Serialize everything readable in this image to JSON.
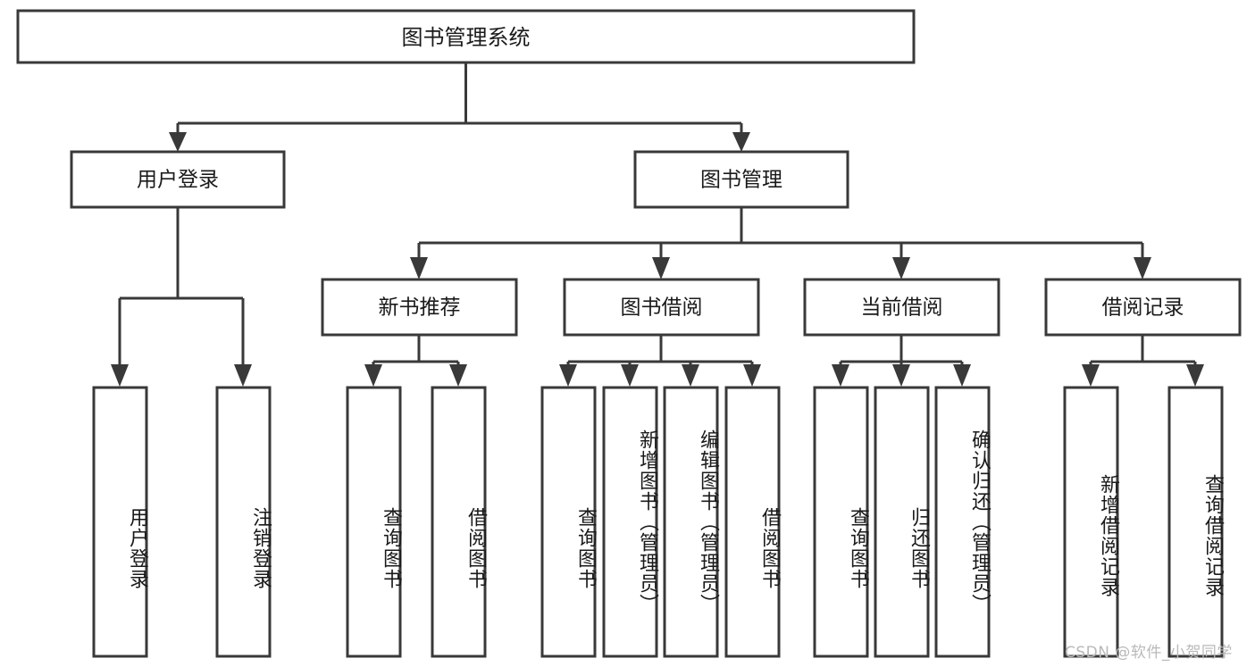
{
  "diagram": {
    "type": "tree",
    "orientation": "top-down",
    "title": "图书管理系统",
    "colors": {
      "box_stroke": "#393939",
      "box_fill": "#ffffff",
      "text": "#1a1a1a",
      "connector": "#393939",
      "watermark": "#b9b9b9",
      "background": "#ffffff"
    },
    "levels": [
      {
        "level": 1,
        "nodes": [
          {
            "id": "root",
            "label": "图书管理系统",
            "orientation": "horizontal"
          }
        ]
      },
      {
        "level": 2,
        "nodes": [
          {
            "id": "login",
            "label": "用户登录",
            "orientation": "horizontal",
            "parent": "root"
          },
          {
            "id": "bookmgmt",
            "label": "图书管理",
            "orientation": "horizontal",
            "parent": "root"
          }
        ]
      },
      {
        "level": 3,
        "nodes": [
          {
            "id": "newbook",
            "label": "新书推荐",
            "orientation": "horizontal",
            "parent": "bookmgmt"
          },
          {
            "id": "borrow",
            "label": "图书借阅",
            "orientation": "horizontal",
            "parent": "bookmgmt"
          },
          {
            "id": "current",
            "label": "当前借阅",
            "orientation": "horizontal",
            "parent": "bookmgmt"
          },
          {
            "id": "records",
            "label": "借阅记录",
            "orientation": "horizontal",
            "parent": "bookmgmt"
          }
        ]
      },
      {
        "level": 4,
        "nodes": [
          {
            "id": "leaf-user-login",
            "label": "用户登录",
            "orientation": "vertical",
            "parent": "login"
          },
          {
            "id": "leaf-user-logout",
            "label": "注销登录",
            "orientation": "vertical",
            "parent": "login"
          },
          {
            "id": "leaf-new-query",
            "label": "查询图书",
            "orientation": "vertical",
            "parent": "newbook"
          },
          {
            "id": "leaf-new-borrow",
            "label": "借阅图书",
            "orientation": "vertical",
            "parent": "newbook"
          },
          {
            "id": "leaf-borrow-query",
            "label": "查询图书",
            "orientation": "vertical",
            "parent": "borrow"
          },
          {
            "id": "leaf-borrow-add",
            "label": "新增图书（管理员）",
            "orientation": "vertical",
            "parent": "borrow"
          },
          {
            "id": "leaf-borrow-edit",
            "label": "编辑图书（管理员）",
            "orientation": "vertical",
            "parent": "borrow"
          },
          {
            "id": "leaf-borrow-lend",
            "label": "借阅图书",
            "orientation": "vertical",
            "parent": "borrow"
          },
          {
            "id": "leaf-cur-query",
            "label": "查询图书",
            "orientation": "vertical",
            "parent": "current"
          },
          {
            "id": "leaf-cur-return",
            "label": "归还图书",
            "orientation": "vertical",
            "parent": "current"
          },
          {
            "id": "leaf-cur-confirm",
            "label": "确认归还（管理员）",
            "orientation": "vertical",
            "parent": "current"
          },
          {
            "id": "leaf-rec-add",
            "label": "新增借阅记录",
            "orientation": "vertical",
            "parent": "records"
          },
          {
            "id": "leaf-rec-query",
            "label": "查询借阅记录",
            "orientation": "vertical",
            "parent": "records"
          }
        ]
      }
    ]
  },
  "watermark": {
    "text": "CSDN @软件_小贺同学"
  }
}
